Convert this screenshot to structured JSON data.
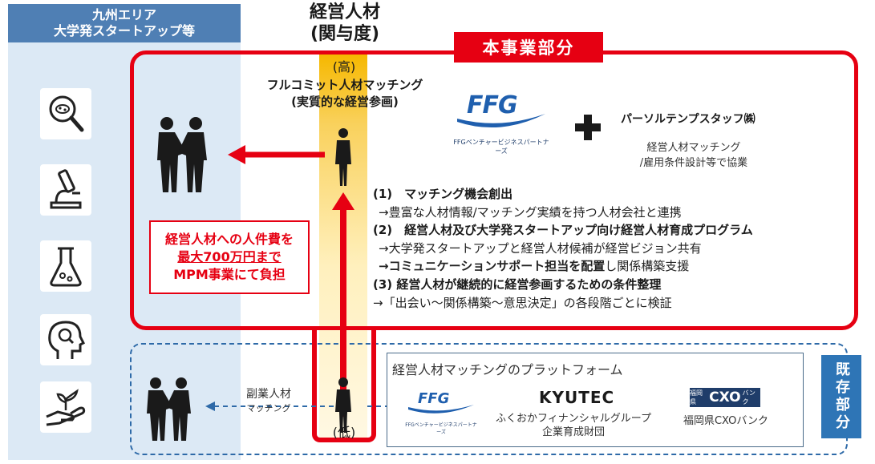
{
  "left_column": {
    "header_line1": "九州エリア",
    "header_line2": "大学発スタートアップ等"
  },
  "axis": {
    "title_line1": "経営人材",
    "title_line2": "(関与度)",
    "high": "(高)",
    "low": "(低)"
  },
  "main_section": {
    "tag": "本事業部分",
    "fullcommit_line1": "フルコミット人材マッチング",
    "fullcommit_line2": "(実質的な経営参画)",
    "burden_line1": "経営人材への人件費を",
    "burden_line2": "最大700万円まで",
    "burden_line3": "MPM事業にて負担",
    "ffg_logo_text": "FFG",
    "ffg_logo_sub": "FFGベンチャービジネスパートナーズ",
    "partner_name": "パーソルテンプスタッフ㈱",
    "partner_desc_line1": "経営人材マッチング",
    "partner_desc_line2": "/雇用条件設計等で協業",
    "items": [
      {
        "heading": "(1)　マッチング機会創出",
        "details": [
          "→豊富な人材情報/マッチング実績を持つ人材会社と連携"
        ]
      },
      {
        "heading": "(2)　経営人材及び大学発スタートアップ向け経営人材育成プログラム",
        "details": [
          "→大学発スタートアップと経営人材候補が経営ビジョン共有"
        ],
        "detail_bold": "→コミュニケーションサポート担当を配置",
        "detail_rest": "し関係構築支援"
      },
      {
        "heading": "(3)  経営人材が継続的に経営参画するための条件整理",
        "details": [
          "→「出会い～関係構築～意思決定」の各段階ごとに検証"
        ]
      }
    ]
  },
  "existing_section": {
    "tag": "既存部分",
    "side_label_line1": "副業人材",
    "side_label_line2": "マッチング",
    "platform_title": "経営人材マッチングのプラットフォーム",
    "ffg_logo_text": "FFG",
    "ffg_logo_sub": "FFGベンチャービジネスパートナーズ",
    "kyutec_logo": "KYUTEC",
    "kyutec_line1": "ふくおかフィナンシャルグループ",
    "kyutec_line2": "企業育成財団",
    "cxo_logo_prefix": "福岡県",
    "cxo_logo_main": "CXO",
    "cxo_logo_suffix": "バンク",
    "cxo_name": "福岡県CXOバンク"
  },
  "colors": {
    "red": "#e60012",
    "blue_header": "#4f7fb4",
    "blue_tag": "#2e75b6",
    "light_blue": "#dce9f5",
    "yellow": "#f6b800",
    "ffg_blue": "#1f5fae"
  },
  "icons": [
    "virus-magnifier-icon",
    "microscope-icon",
    "flask-icon",
    "head-idea-icon",
    "hand-plant-icon",
    "handshake-icon",
    "person-icon"
  ]
}
